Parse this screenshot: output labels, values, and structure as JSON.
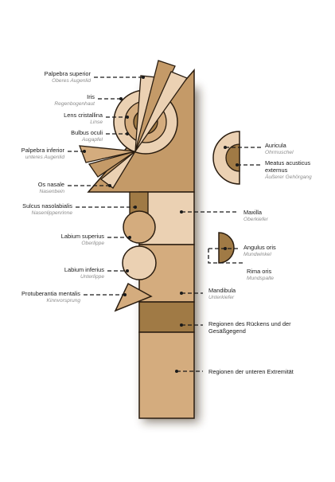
{
  "colors": {
    "light": "#ebd1b3",
    "mid": "#d4ac7e",
    "main": "#c49a68",
    "dark": "#a07a45",
    "outline": "#2a1d10",
    "leader": "#1a1a1a"
  },
  "labels": {
    "palpebra_superior": {
      "lat": "Palpebra superior",
      "de": "Oberes Augenlid"
    },
    "iris": {
      "lat": "Iris",
      "de": "Regenbogenhaut"
    },
    "lens": {
      "lat": "Lens cristallina",
      "de": "Linse"
    },
    "bulbus": {
      "lat": "Bulbus oculi",
      "de": "Augapfel"
    },
    "palpebra_inferior": {
      "lat": "Palpebra inferior",
      "de": "unteres Augenlid"
    },
    "os_nasale": {
      "lat": "Os nasale",
      "de": "Nasenbein"
    },
    "sulcus": {
      "lat": "Sulcus nasolabialis",
      "de": "Nasenlippenrinne"
    },
    "labium_superius": {
      "lat": "Labium superius",
      "de": "Oberlippe"
    },
    "labium_inferius": {
      "lat": "Labium inferius",
      "de": "Unterlippe"
    },
    "protuberantia": {
      "lat": "Protuberantia mentalis",
      "de": "Kinnvorsprung"
    },
    "auricula": {
      "lat": "Auricula",
      "de": "Ohrmuschel"
    },
    "meatus": {
      "lat": "Meatus acusticus externus",
      "de": "Äußerer Gehörgang"
    },
    "maxilla": {
      "lat": "Maxilla",
      "de": "Oberkiefer"
    },
    "angulus": {
      "lat": "Angulus oris",
      "de": "Mundwinkel"
    },
    "rima": {
      "lat": "Rima oris",
      "de": "Mundspalte"
    },
    "mandibula": {
      "lat": "Mandibula",
      "de": "Unterkiefer"
    },
    "ruecken": {
      "lat": "Regionen des Rückens und der Gesäßgegend",
      "de": ""
    },
    "extremitaet": {
      "lat": "Regionen der unteren Extremität",
      "de": ""
    }
  }
}
